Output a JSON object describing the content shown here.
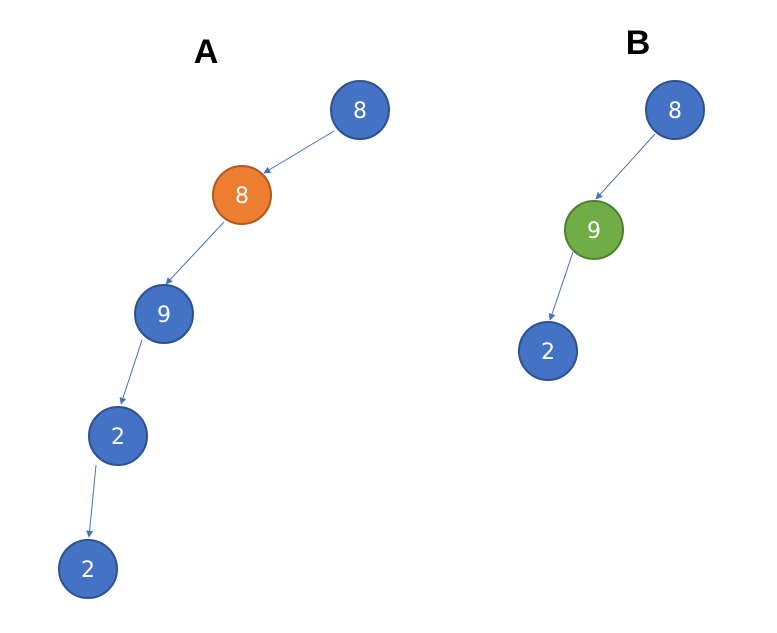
{
  "colors": {
    "default_fill": "#4472C4",
    "default_stroke": "#2F528F",
    "orange_fill": "#ED7D31",
    "orange_stroke": "#AE5A21",
    "green_fill": "#70AD47",
    "green_stroke": "#507E32",
    "edge": "#4472C4"
  },
  "trees": [
    {
      "title": "A",
      "nodes": [
        {
          "id": "a0",
          "label": "8",
          "color": "blue"
        },
        {
          "id": "a1",
          "label": "8",
          "color": "orange"
        },
        {
          "id": "a2",
          "label": "9",
          "color": "blue"
        },
        {
          "id": "a3",
          "label": "2",
          "color": "blue"
        },
        {
          "id": "a4",
          "label": "2",
          "color": "blue"
        }
      ],
      "edges": [
        {
          "from": "a0",
          "to": "a1"
        },
        {
          "from": "a1",
          "to": "a2"
        },
        {
          "from": "a2",
          "to": "a3"
        },
        {
          "from": "a3",
          "to": "a4"
        }
      ]
    },
    {
      "title": "B",
      "nodes": [
        {
          "id": "b0",
          "label": "8",
          "color": "blue"
        },
        {
          "id": "b1",
          "label": "9",
          "color": "green"
        },
        {
          "id": "b2",
          "label": "2",
          "color": "blue"
        }
      ],
      "edges": [
        {
          "from": "b0",
          "to": "b1"
        },
        {
          "from": "b1",
          "to": "b2"
        }
      ]
    }
  ]
}
